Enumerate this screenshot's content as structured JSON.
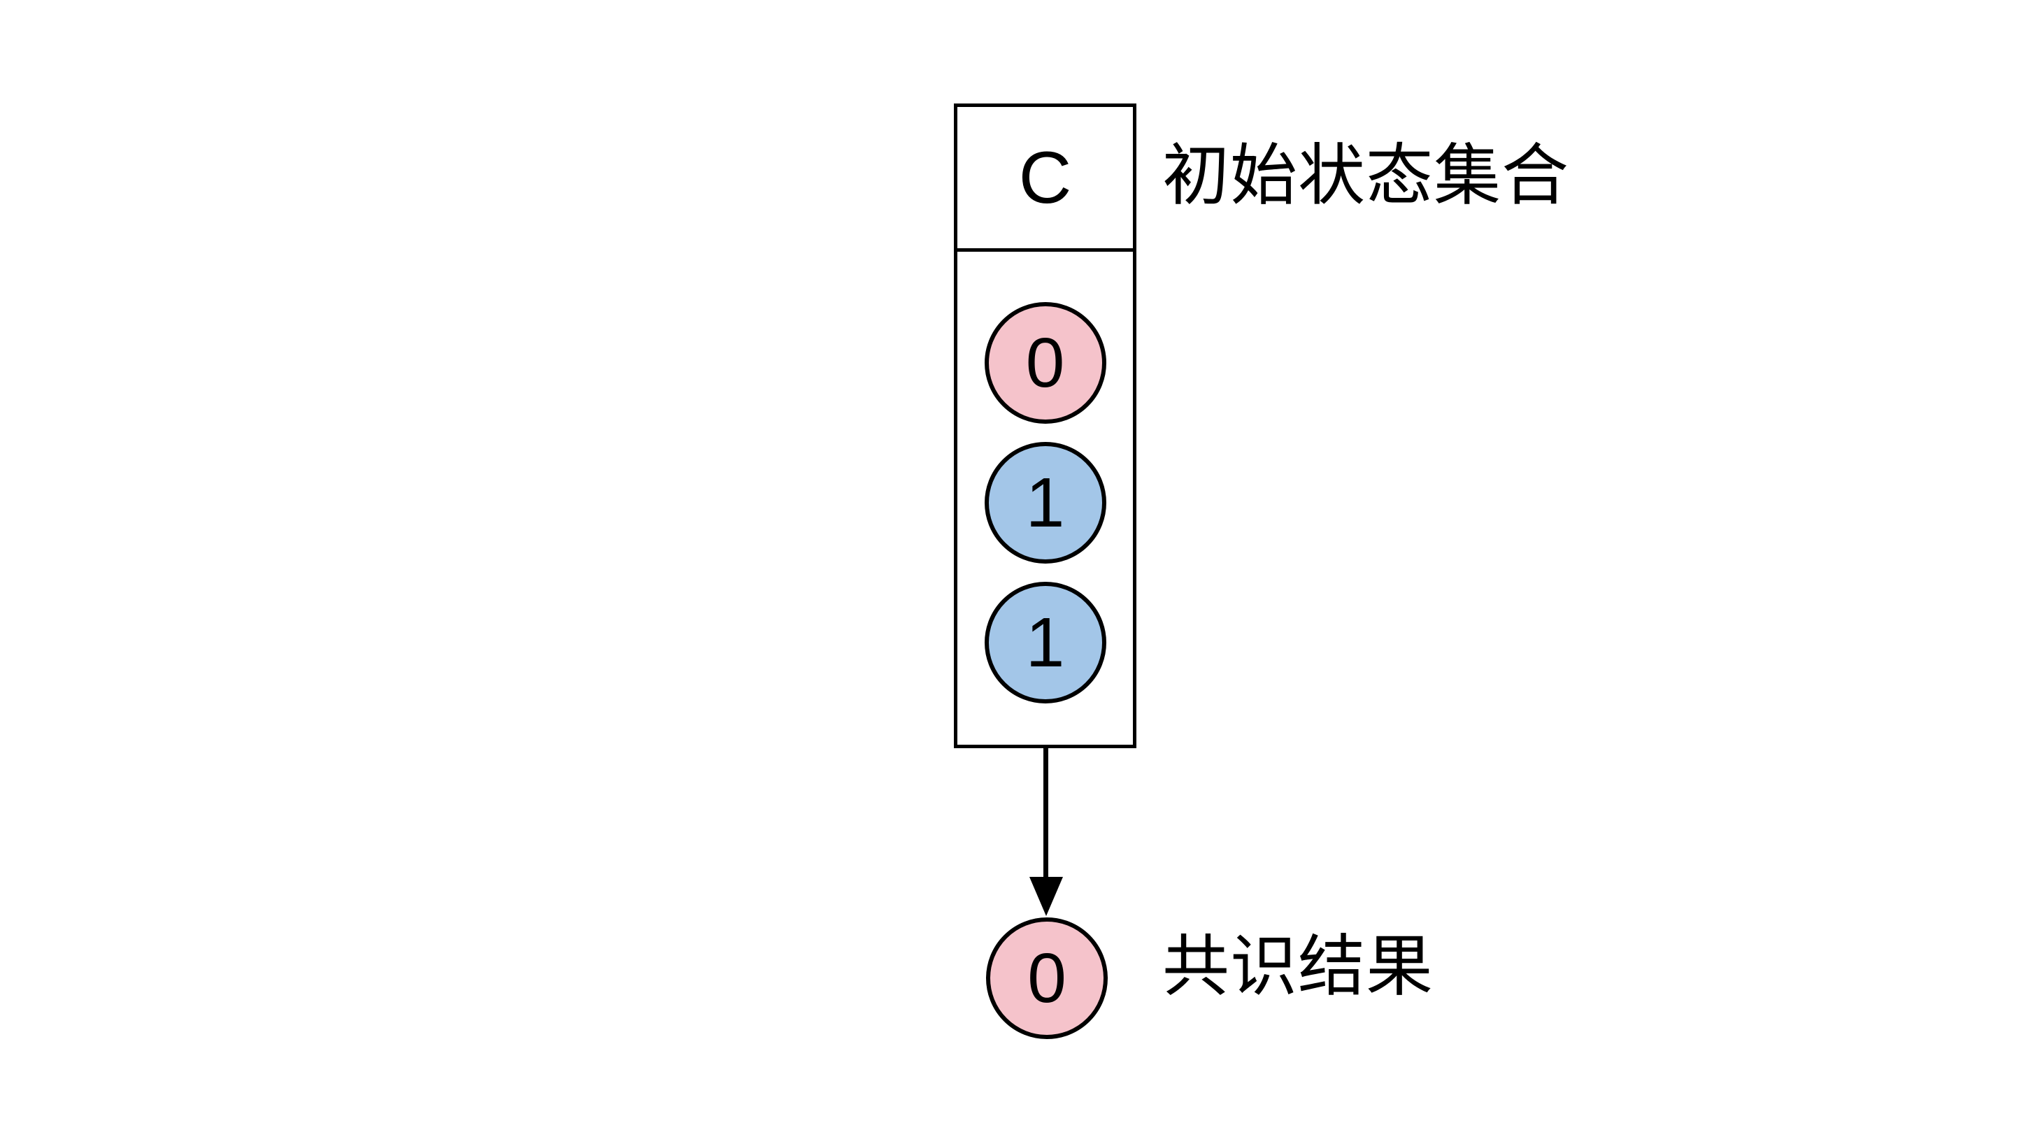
{
  "diagram": {
    "container": {
      "header_label": "C",
      "title": "初始状态集合",
      "states": [
        {
          "value": "0",
          "color": "#f5c3cb"
        },
        {
          "value": "1",
          "color": "#a3c6e8"
        },
        {
          "value": "1",
          "color": "#a3c6e8"
        }
      ]
    },
    "result": {
      "value": "0",
      "color": "#f5c3cb",
      "label": "共识结果"
    },
    "colors": {
      "stroke": "#000000",
      "background": "#ffffff",
      "pink": "#f5c3cb",
      "blue": "#a3c6e8"
    }
  }
}
